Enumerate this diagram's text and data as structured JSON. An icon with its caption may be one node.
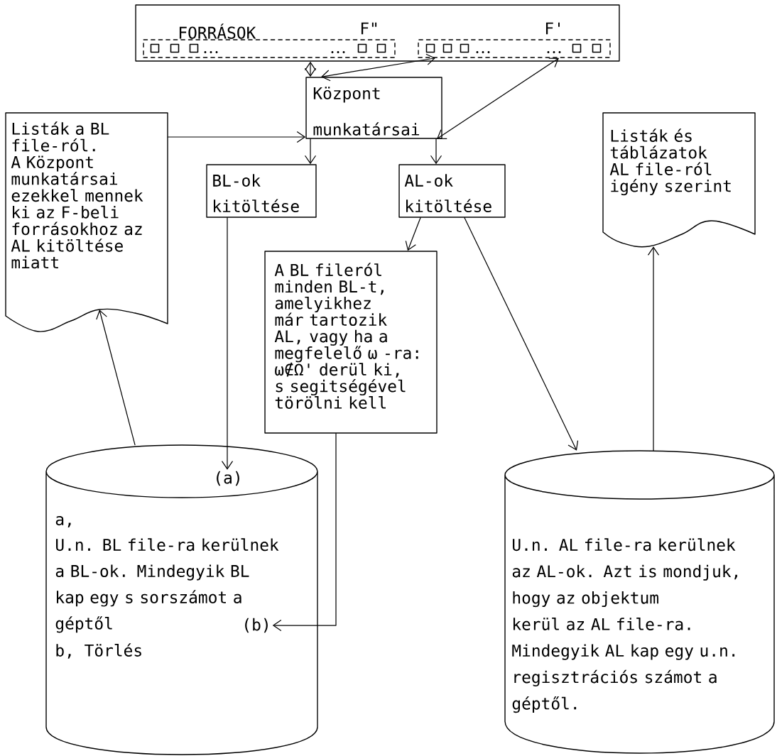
{
  "diagram": {
    "nodes": [
      {
        "text": [
          "FORRÁSOK"
        ]
      },
      {
        "text": [
          "F\""
        ],
        "in": 0
      },
      {
        "text": [
          "F'"
        ],
        "in": 0
      },
      {
        "text": [
          "Központ munkatársai"
        ]
      },
      {
        "text": [
          "Listák a BL file-ról. A Központ munkatársai ezekkel mennek ki az F-beli forrásokhoz az AL kitöltése miatt"
        ]
      },
      {
        "text": [
          "Listák és táblázatok AL file-ról igény szerint"
        ]
      },
      {
        "text": [
          "BL-ok kitöltése"
        ]
      },
      {
        "text": [
          "AL-ok kitöltése"
        ]
      },
      {
        "text": [
          "A BL fileról minden BL-t, amelyikhez már tartozik AL, vagy ha a megfelelő ω -ra: ω∉Ω' derül ki, s segitségével törölni kell"
        ]
      },
      {
        "text": [
          "a,",
          "U.n. BL file-ra kerülnek a BL-ok. Mindegyik BL kap egy s sorszámot a géptől",
          "b, Törlés"
        ]
      },
      {
        "text": [
          "(a)"
        ],
        "in": 9
      },
      {
        "text": [
          "(b)"
        ],
        "in": 9
      },
      {
        "text": [
          "U.n. AL file-ra kerülnek az AL-ok. Azt is mondjuk, hogy az objektum kerül az AL file-ra. Mindegyik AL kap egy u.n. regisztrációs számot a géptől."
        ]
      }
    ],
    "edges": [
      {
        "from": 0,
        "to": 3,
        "arrow": "both"
      },
      {
        "from": 3,
        "to": 2,
        "arrow": "both"
      },
      {
        "from": 3,
        "to": 2,
        "arrow": "both"
      },
      {
        "from": 4,
        "to": 3,
        "arrow": "to"
      },
      {
        "from": 3,
        "to": 6,
        "arrow": "to"
      },
      {
        "from": 3,
        "to": 7,
        "arrow": "to"
      },
      {
        "from": 6,
        "to": 10,
        "arrow": "to"
      },
      {
        "from": 7,
        "to": 8,
        "arrow": "to"
      },
      {
        "from": 7,
        "to": 12,
        "arrow": "to"
      },
      {
        "from": 8,
        "to": 11,
        "arrow": "to"
      },
      {
        "from": 9,
        "to": 4,
        "arrow": "to"
      },
      {
        "from": 12,
        "to": 5,
        "arrow": "to"
      }
    ]
  }
}
